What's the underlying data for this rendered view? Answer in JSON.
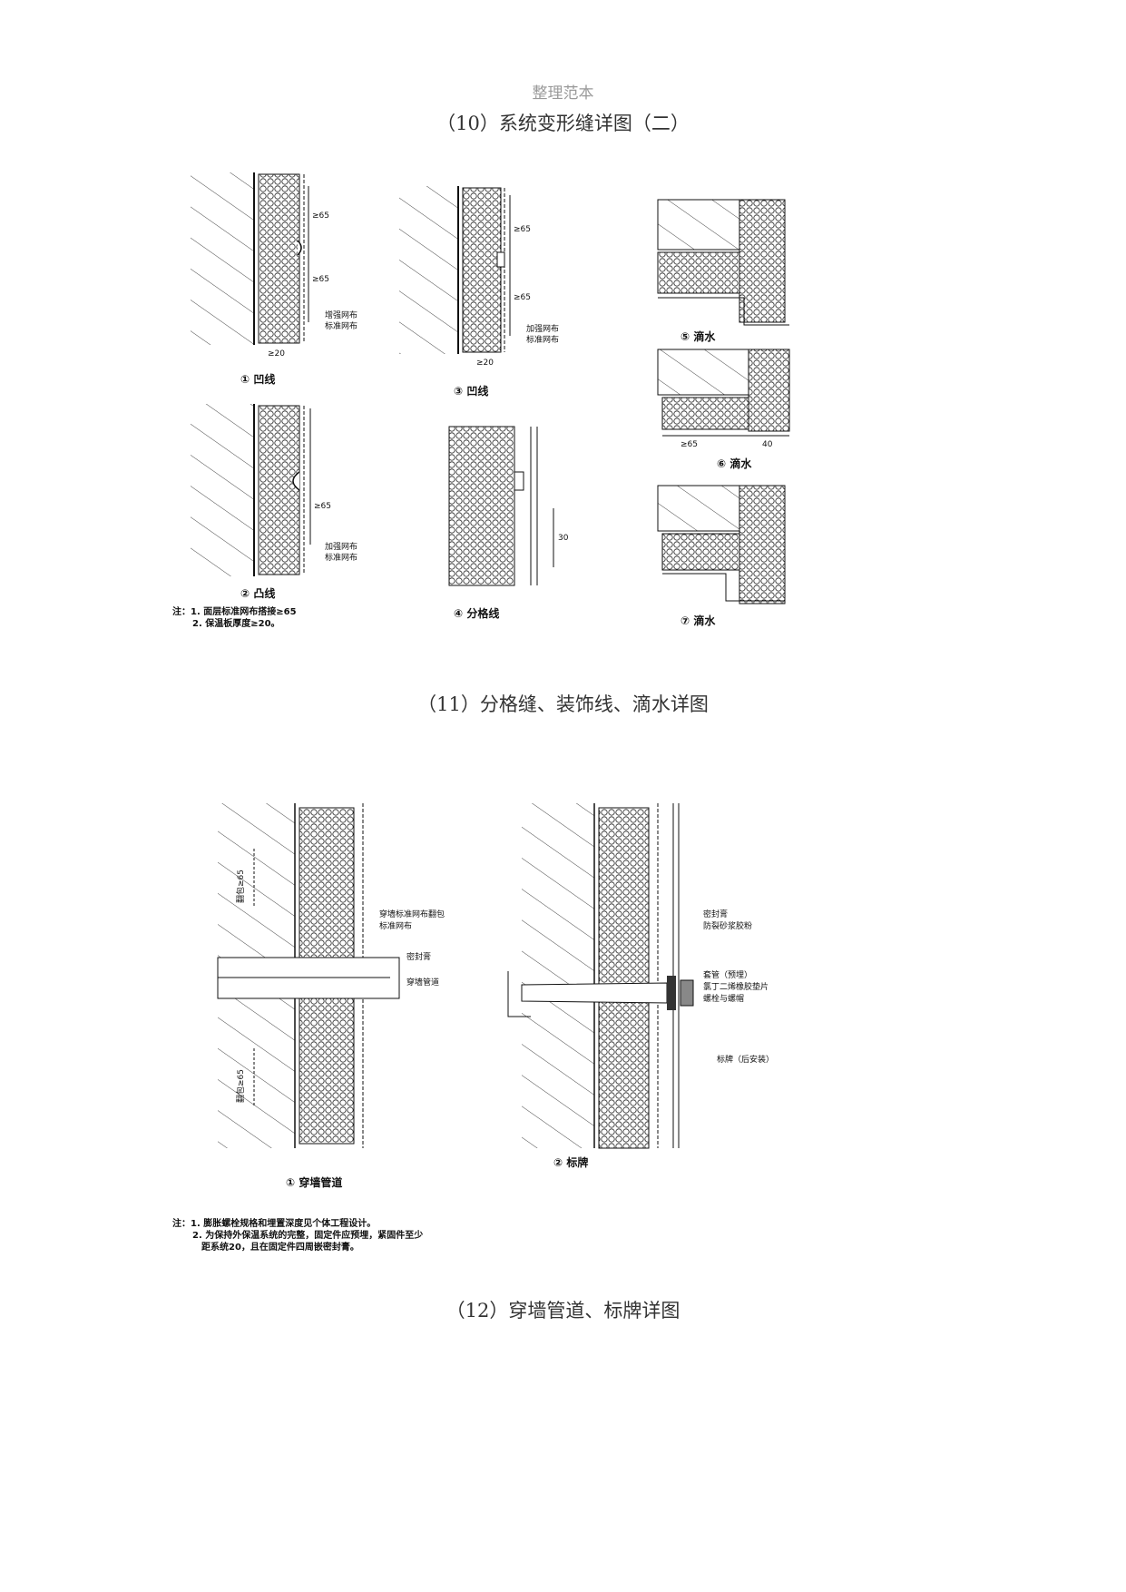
{
  "header": {
    "watermark": "整理范本"
  },
  "captions": {
    "c10": "（10）系统变形缝详图（二）",
    "c11": "（11）分格缝、装饰线、滴水详图",
    "c12": "（12）穿墙管道、标牌详图"
  },
  "fig11": {
    "d1": {
      "label": "① 凹线",
      "dims": [
        "≥65",
        "≥65",
        "≥20"
      ],
      "callout": [
        "增强网布",
        "标准网布"
      ]
    },
    "d2": {
      "label": "② 凸线",
      "dims": [
        "≥65"
      ],
      "callout": [
        "加强网布",
        "标准网布"
      ]
    },
    "d3": {
      "label": "③ 凹线",
      "dims": [
        "≥65",
        "≥65",
        "≥20"
      ],
      "callout": [
        "加强网布",
        "标准网布"
      ]
    },
    "d4": {
      "label": "④ 分格线",
      "dims": [
        "30"
      ]
    },
    "d5": {
      "label": "⑤ 滴水"
    },
    "d6": {
      "label": "⑥ 滴水",
      "dims": [
        "≥65",
        "40"
      ]
    },
    "d7": {
      "label": "⑦ 滴水"
    },
    "notes": [
      "注：1. 面层标准网布搭接≥65",
      "2. 保温板厚度≥20。"
    ]
  },
  "fig12": {
    "d1": {
      "label": "① 穿墙管道",
      "dims": [
        "翻包≥65",
        "翻包≥65"
      ],
      "callouts": [
        "穿墙标准网布翻包",
        "标准网布",
        "密封膏",
        "穿墙管道"
      ]
    },
    "d2": {
      "label": "② 标牌",
      "callouts": [
        "密封膏",
        "防裂砂浆胶粉",
        "套管（预埋）",
        "氯丁二烯橡胶垫片",
        "螺栓与螺帽",
        "标牌（后安装）"
      ]
    },
    "notes": [
      "注：1. 膨胀螺栓规格和埋置深度见个体工程设计。",
      "2. 为保持外保温系统的完整，固定件应预埋，紧固件至少",
      "距系统20，且在固定件四周嵌密封膏。"
    ]
  }
}
